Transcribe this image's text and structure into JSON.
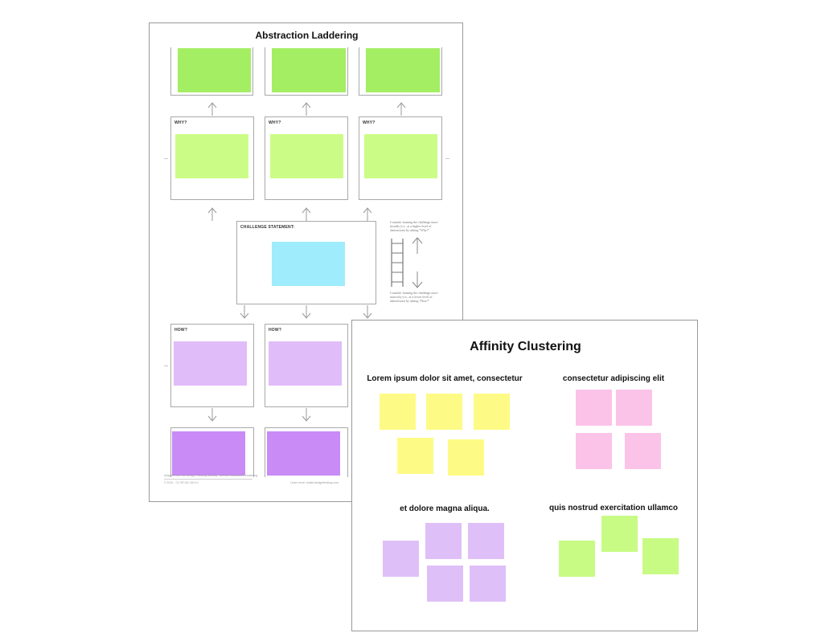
{
  "ladder": {
    "title": "Abstraction Laddering",
    "why_label": "WHY?",
    "how_label": "HOW?",
    "challenge_label": "CHALLENGE STATEMENT:",
    "hint_up": "Consider framing the challenge more broadly (i.e., at a higher level of abstraction) by asking \"Why?\"",
    "hint_down": "Consider framing the challenge more narrowly (i.e., at a lower level of abstraction) by asking \"How?\"",
    "footer_left_a": "Adapted from the Design Thinking Bootleg · Method: Abstraction Laddering",
    "footer_left_b": "© 2021 · CC BY-NC-SA 4.0",
    "footer_right": "Learn more: toolkit.designthinking.com"
  },
  "affinity": {
    "title": "Affinity Clustering",
    "clusters": [
      {
        "heading": "Lorem ipsum dolor sit amet, consectetur"
      },
      {
        "heading": "consectetur adipiscing elit"
      },
      {
        "heading": "et dolore magna aliqua."
      },
      {
        "heading": "quis nostrud exercitation ullamco"
      }
    ]
  },
  "colors": {
    "green_dark": "#a4ee64",
    "green_light": "#cbfd86",
    "cyan": "#9fecfc",
    "lavender": "#e0bcf8",
    "purple": "#c98bf6",
    "yellow": "#fdfb85",
    "pink": "#fcc3e8",
    "affinity_lavender": "#dfbff8",
    "affinity_green": "#c8fb84"
  }
}
